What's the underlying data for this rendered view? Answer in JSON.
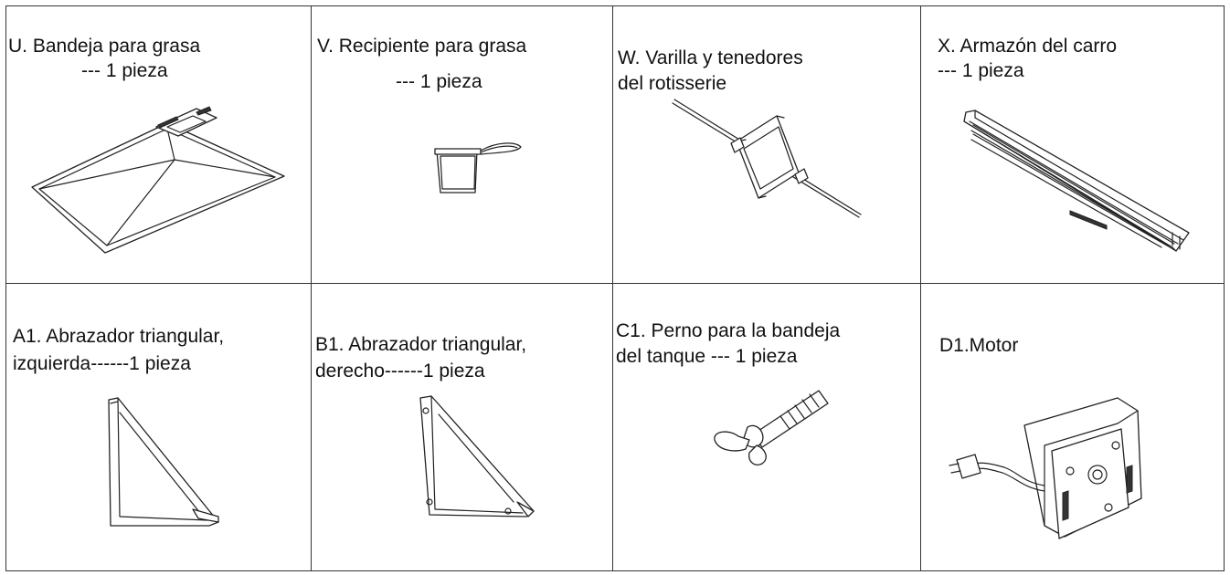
{
  "parts": [
    {
      "line1": "U. Bandeja para grasa",
      "line2": "--- 1 pieza",
      "icon": "grease-tray-icon"
    },
    {
      "line1": "V. Recipiente para grasa",
      "line2": "--- 1 pieza",
      "icon": "grease-cup-icon"
    },
    {
      "line1": "W. Varilla y tenedores",
      "line2": "del  rotisserie",
      "icon": "rotisserie-rod-icon"
    },
    {
      "line1": "X. Armazón del carro",
      "line2": "--- 1 pieza",
      "icon": "cart-frame-icon"
    },
    {
      "line1": "A1. Abrazador triangular,",
      "line2": "izquierda------1 pieza",
      "icon": "left-triangle-bracket-icon"
    },
    {
      "line1": "B1. Abrazador triangular,",
      "line2": "derecho------1 pieza",
      "icon": "right-triangle-bracket-icon"
    },
    {
      "line1": "C1. Perno para la bandeja",
      "line2": "del tanque --- 1 pieza",
      "icon": "wing-bolt-icon"
    },
    {
      "line1": "D1.Motor",
      "line2": "",
      "icon": "rotisserie-motor-icon"
    }
  ]
}
